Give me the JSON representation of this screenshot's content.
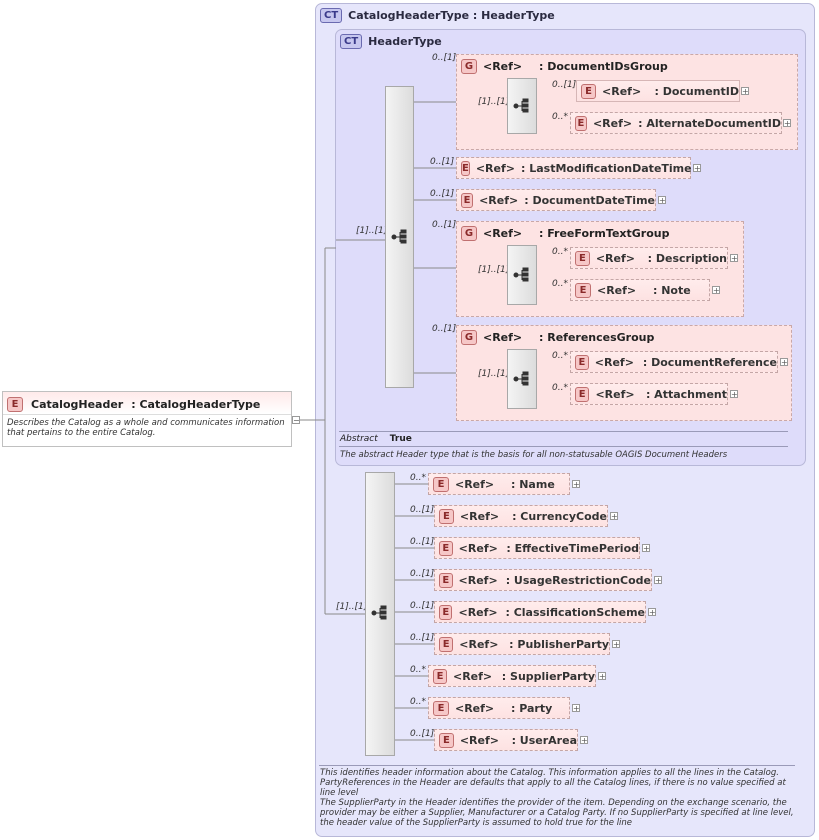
{
  "root": {
    "badge": "E",
    "name": "CatalogHeader",
    "type": ": CatalogHeaderType",
    "description": "Describes the Catalog as a whole and communicates information that pertains to the entire Catalog."
  },
  "outer_type": {
    "badge": "CT",
    "title": "CatalogHeaderType : HeaderType"
  },
  "inner_type": {
    "badge": "CT",
    "title": "HeaderType",
    "abstract_label": "Abstract",
    "abstract_value": "True",
    "description": "The abstract Header type that is the basis for all non-statusable OAGIS Document Headers"
  },
  "ref_label": "<Ref>",
  "header_items": [
    {
      "kind": "group",
      "card": "0..[1]",
      "name": ": DocumentIDsGroup",
      "seq_card": "[1]..[1]",
      "children": [
        {
          "card": "0..[1]",
          "name": ": DocumentID"
        },
        {
          "card": "0..*",
          "name": ": AlternateDocumentID"
        }
      ]
    },
    {
      "kind": "element",
      "card": "0..[1]",
      "name": ": LastModificationDateTime"
    },
    {
      "kind": "element",
      "card": "0..[1]",
      "name": ": DocumentDateTime"
    },
    {
      "kind": "group",
      "card": "0..[1]",
      "name": ": FreeFormTextGroup",
      "seq_card": "[1]..[1]",
      "children": [
        {
          "card": "0..*",
          "name": ": Description"
        },
        {
          "card": "0..*",
          "name": ": Note"
        }
      ]
    },
    {
      "kind": "group",
      "card": "0..[1]",
      "name": ": ReferencesGroup",
      "seq_card": "[1]..[1]",
      "children": [
        {
          "card": "0..*",
          "name": ": DocumentReference"
        },
        {
          "card": "0..*",
          "name": ": Attachment"
        }
      ]
    }
  ],
  "header_seq_card": "[1]..[1]",
  "catalog_seq_card": "[1]..[1]",
  "catalog_items": [
    {
      "card": "0..*",
      "name": ": Name"
    },
    {
      "card": "0..[1]",
      "name": ": CurrencyCode"
    },
    {
      "card": "0..[1]",
      "name": ": EffectiveTimePeriod"
    },
    {
      "card": "0..[1]",
      "name": ": UsageRestrictionCode"
    },
    {
      "card": "0..[1]",
      "name": ": ClassificationScheme"
    },
    {
      "card": "0..[1]",
      "name": ": PublisherParty"
    },
    {
      "card": "0..*",
      "name": ": SupplierParty"
    },
    {
      "card": "0..*",
      "name": ": Party"
    },
    {
      "card": "0..[1]",
      "name": ": UserArea"
    }
  ],
  "outer_description_1": "This identifies header information about the Catalog. This information applies to all the lines in the Catalog. PartyReferences in the Header are defaults that apply to all the Catalog lines, if there is no value specified at line level",
  "outer_description_2": "The SupplierParty in the Header identifies the provider of the item. Depending on the exchange scenario, the provider may be either a Supplier, Manufacturer or a Catalog Party. If no SupplierParty is specified at line level, the header value of the SupplierParty is assumed to hold true for the line"
}
